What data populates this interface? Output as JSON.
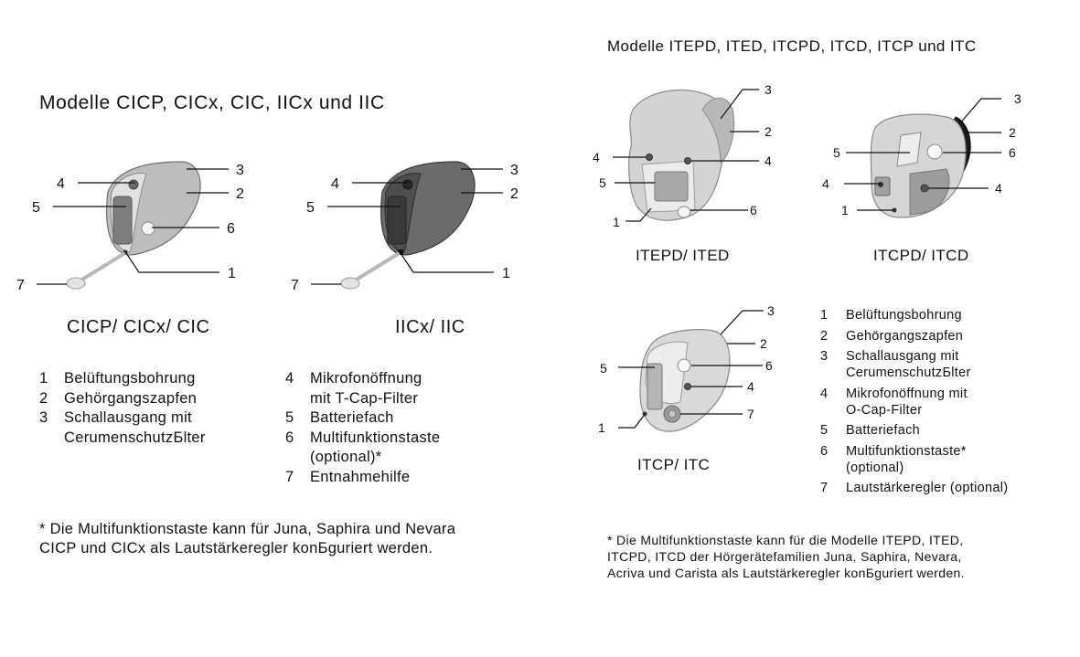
{
  "left": {
    "heading": "Modelle CICP, CICx, CIC, IICx und IIC",
    "caption_a": "CICP/ CICx/ CIC",
    "caption_b": "IICx/ IIC",
    "callouts": [
      "1",
      "2",
      "3",
      "4",
      "5",
      "6",
      "7"
    ],
    "legend": [
      {
        "num": "1",
        "text": "Belüftungsbohrung"
      },
      {
        "num": "2",
        "text": "Gehörgangszapfen"
      },
      {
        "num": "3",
        "text": "Schallausgang mit\nCerumenschutzБlter"
      },
      {
        "num": "4",
        "text": "Mikrofonöffnung\nmit T-Cap-Filter"
      },
      {
        "num": "5",
        "text": "Batteriefach"
      },
      {
        "num": "6",
        "text": "Multifunktionstaste\n(optional)*"
      },
      {
        "num": "7",
        "text": "Entnahmehilfe"
      }
    ],
    "footnote": "* Die Multifunktionstaste kann für Juna, Saphira und Nevara\n   CICP und CICx als Lautstärkeregler konБguriert werden."
  },
  "right": {
    "heading": "Modelle ITEPD, ITED, ITCPD, ITCD, ITCP und ITC",
    "caption_a": "ITEPD/ ITED",
    "caption_b": "ITCPD/ ITCD",
    "caption_c": "ITCP/ ITC",
    "legend": [
      {
        "num": "1",
        "text": "Belüftungsbohrung"
      },
      {
        "num": "2",
        "text": "Gehörgangszapfen"
      },
      {
        "num": "3",
        "text": "Schallausgang mit\nCerumenschutzБlter"
      },
      {
        "num": "4",
        "text": "Mikrofonöffnung mit\nO-Cap-Filter"
      },
      {
        "num": "5",
        "text": "Batteriefach"
      },
      {
        "num": "6",
        "text": "Multifunktionstaste*\n(optional)"
      },
      {
        "num": "7",
        "text": "Lautstärkeregler (optional)"
      }
    ],
    "footnote": "* Die Multifunktionstaste kann für die Modelle ITEPD, ITED,\n   ITCPD, ITCD der Hörgerätefamilien Juna, Saphira, Nevara,\n   Acriva und Carista als Lautstärkeregler konБguriert werden."
  }
}
